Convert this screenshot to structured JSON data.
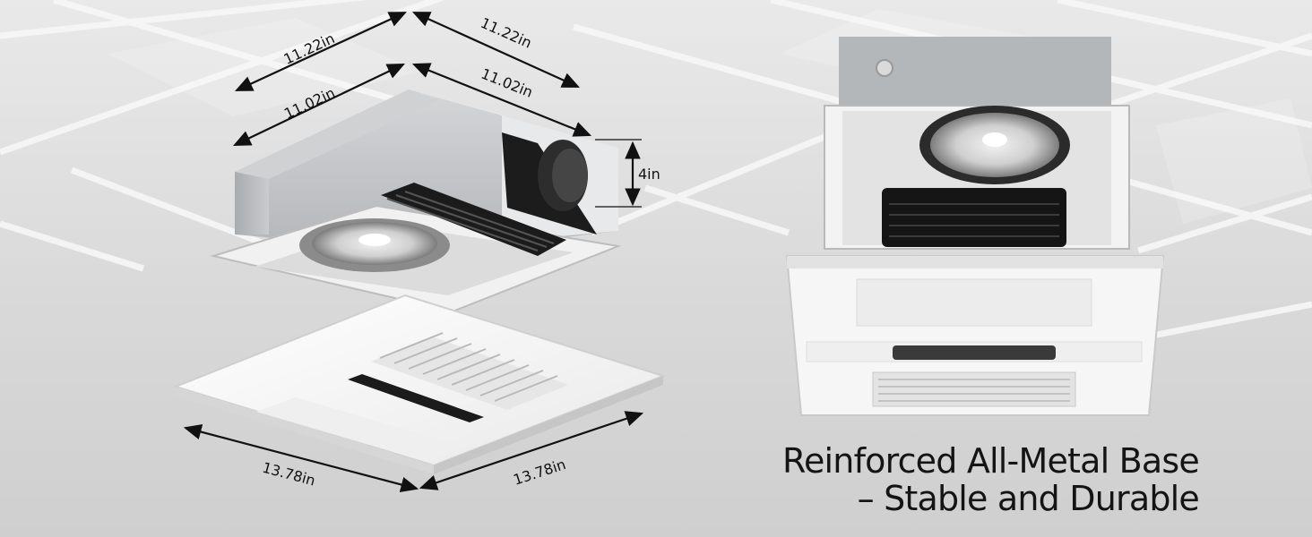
{
  "dimensions": {
    "outer_box_width": "11.22in",
    "outer_box_depth": "11.22in",
    "inner_box_width": "11.02in",
    "inner_box_depth": "11.02in",
    "duct_diameter": "4in",
    "panel_width": "13.78in",
    "panel_depth": "13.78in"
  },
  "headline": {
    "line1": "Reinforced All-Metal Base",
    "line2": "– Stable and Durable"
  },
  "colors": {
    "background": "#dcdcdc",
    "metal": "#b9bcbf",
    "panel": "#f4f4f4",
    "text": "#141414"
  }
}
